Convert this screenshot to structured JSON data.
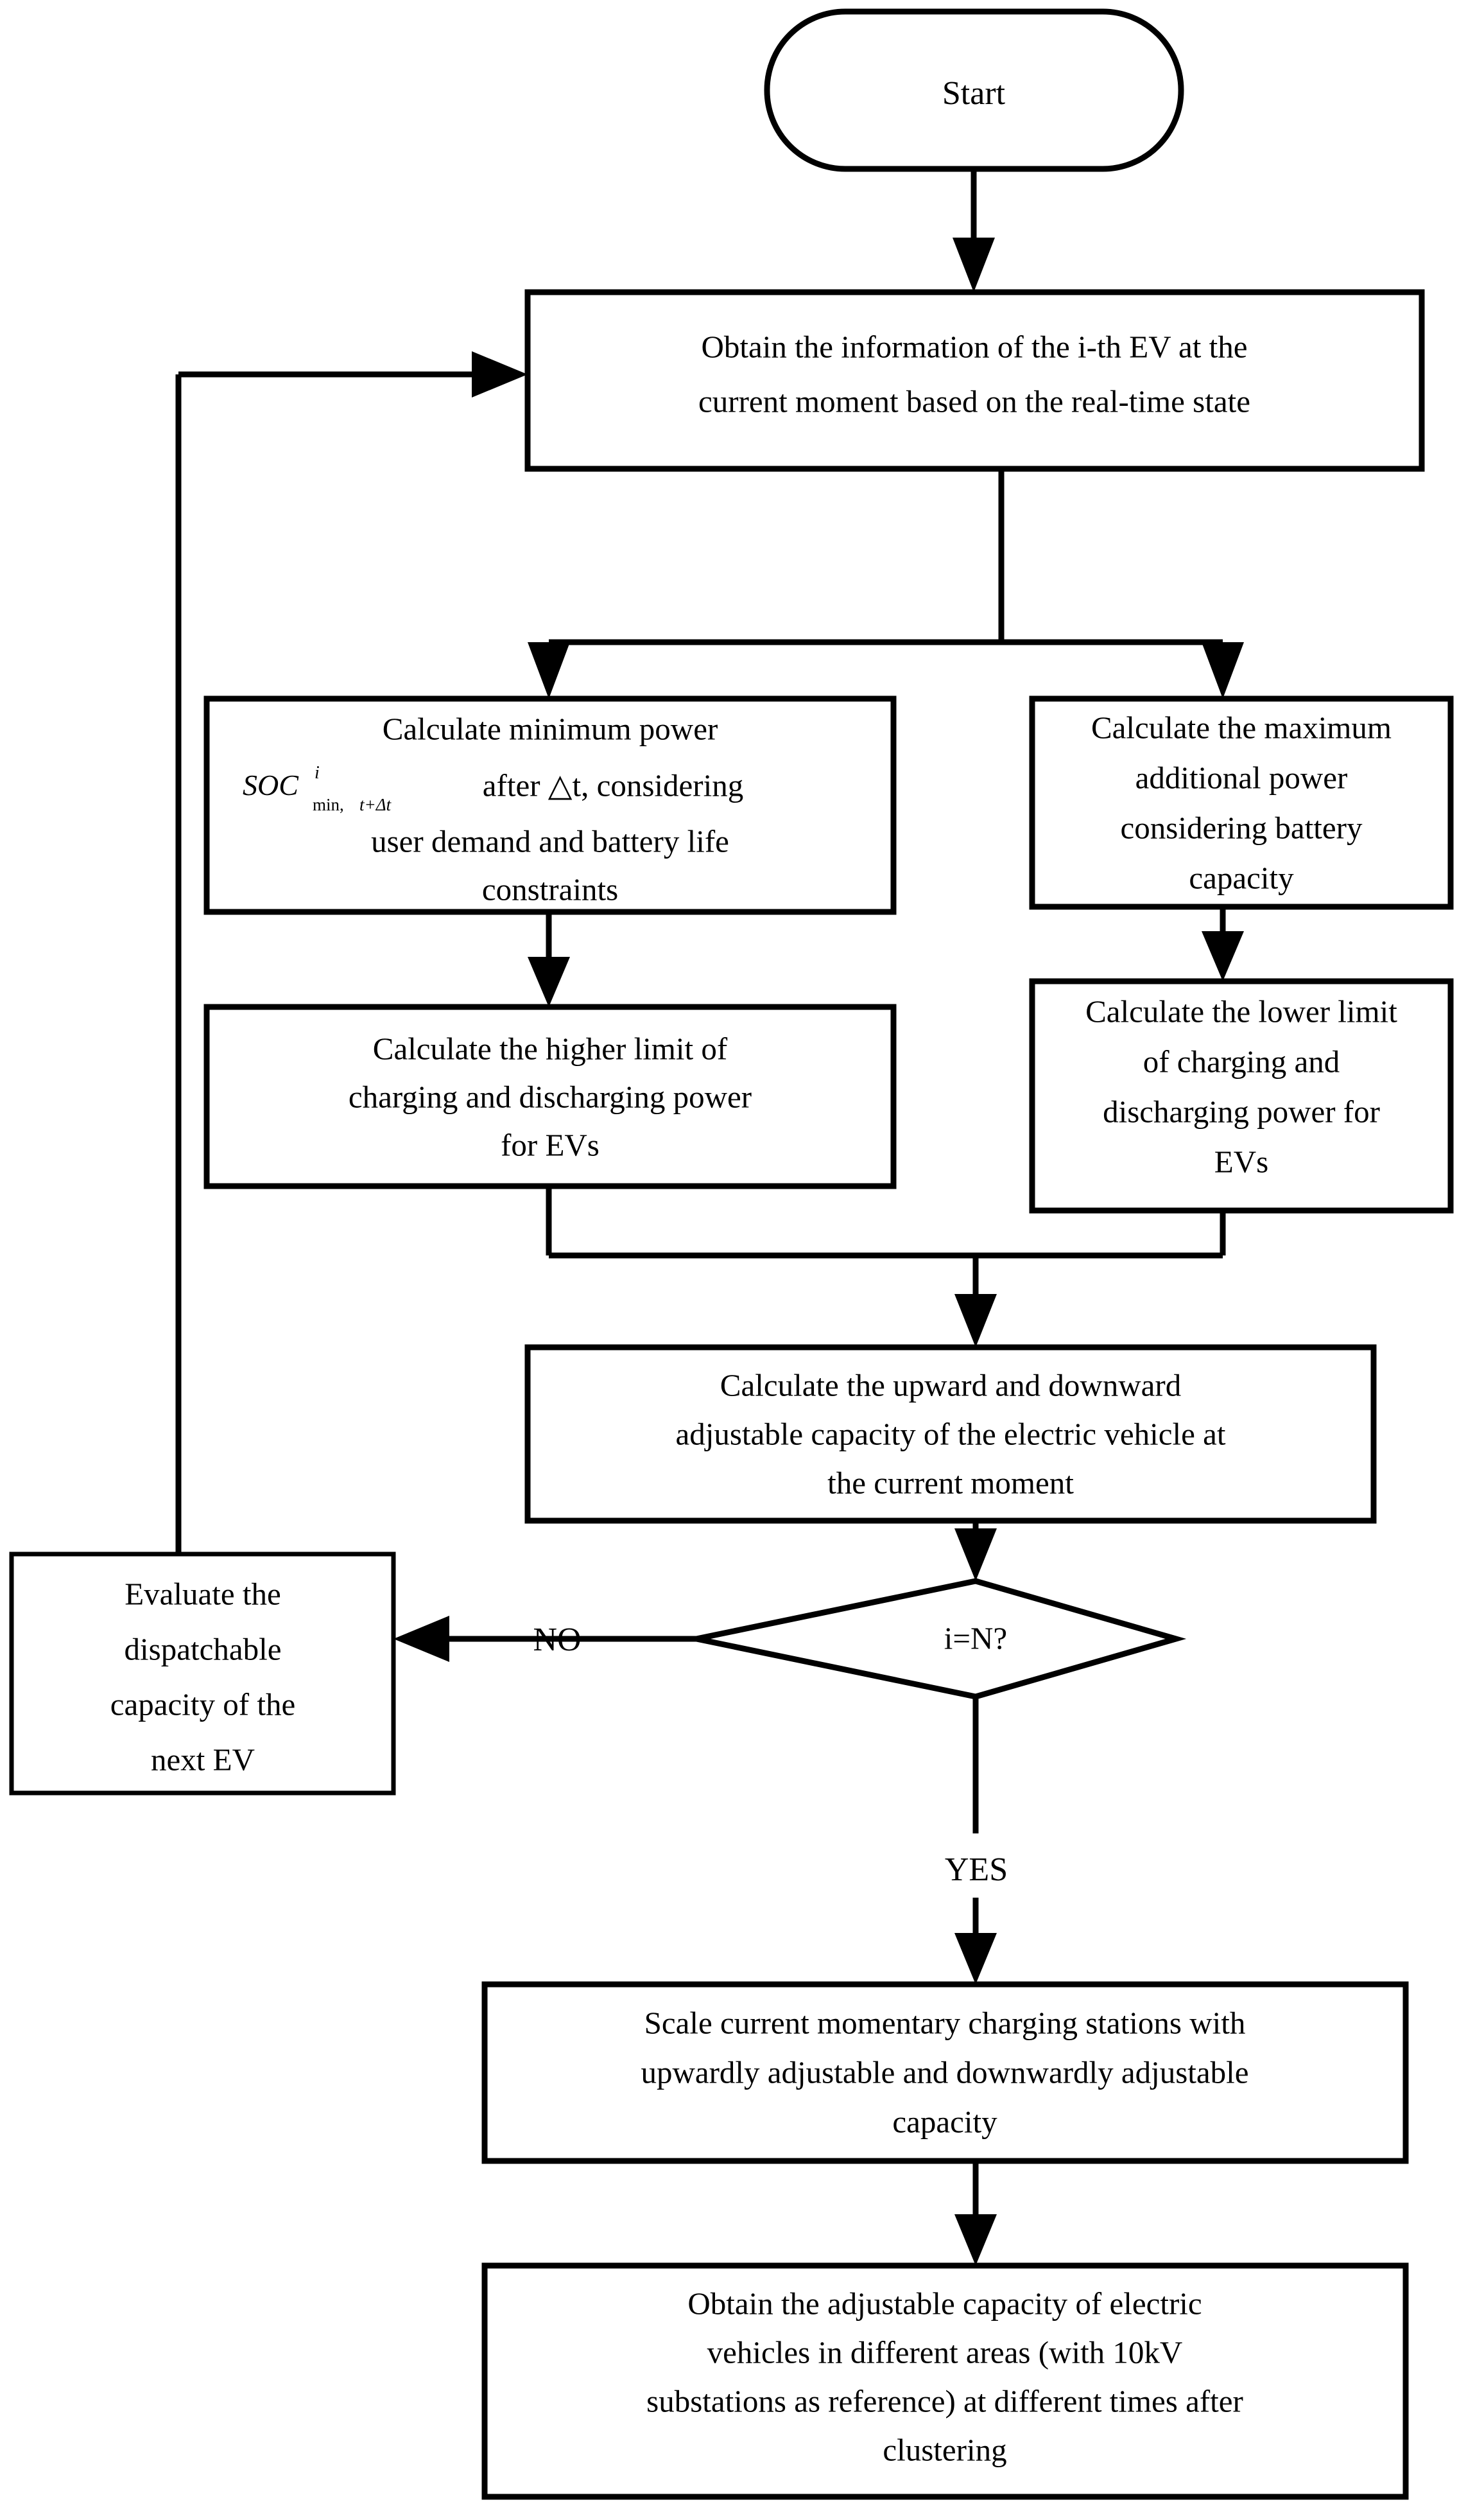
{
  "diagram": {
    "type": "flowchart",
    "title": "EV adjustable capacity evaluation flowchart",
    "orientation": "top-to-bottom",
    "stroke_color": "#000000",
    "fill_color": "#ffffff",
    "background": "#ffffff"
  },
  "nodes": {
    "start": {
      "shape": "stadium",
      "label": "Start"
    },
    "obtain_info": {
      "shape": "rectangle",
      "line1": "Obtain the information of the i-th EV at the",
      "line2": "current moment based on the real-time state"
    },
    "min_power": {
      "shape": "rectangle",
      "line1": "Calculate minimum power",
      "formula_base": "SOC",
      "formula_sup": "i",
      "formula_sub": "min,",
      "formula_sub_italic": "t+Δt",
      "line2_tail": "after △t, considering",
      "line3": "user demand and battery life",
      "line4": "constraints"
    },
    "max_power": {
      "shape": "rectangle",
      "line1": "Calculate the maximum",
      "line2": "additional power",
      "line3": "considering battery",
      "line4": "capacity"
    },
    "higher_limit": {
      "shape": "rectangle",
      "line1": "Calculate the higher limit of",
      "line2": "charging and discharging power",
      "line3": "for EVs"
    },
    "lower_limit": {
      "shape": "rectangle",
      "line1": "Calculate the lower limit",
      "line2": "of charging and",
      "line3": "discharging power for",
      "line4": "EVs"
    },
    "upward_downward": {
      "shape": "rectangle",
      "line1": "Calculate the upward and downward",
      "line2": "adjustable capacity of the electric vehicle at",
      "line3": "the current moment"
    },
    "decision": {
      "shape": "diamond",
      "label": "i=N?"
    },
    "evaluate_next": {
      "shape": "rectangle",
      "line1": "Evaluate the",
      "line2": "dispatchable",
      "line3": "capacity of the",
      "line4": "next EV"
    },
    "scale_stations": {
      "shape": "rectangle",
      "line1": "Scale current momentary charging stations with",
      "line2": "upwardly adjustable and downwardly adjustable",
      "line3": "capacity"
    },
    "obtain_capacity": {
      "shape": "rectangle",
      "line1": "Obtain the adjustable capacity of electric",
      "line2": "vehicles in different areas (with 10kV",
      "line3": "substations as reference) at different times after",
      "line4": "clustering"
    }
  },
  "edge_labels": {
    "no": "NO",
    "yes": "YES"
  }
}
